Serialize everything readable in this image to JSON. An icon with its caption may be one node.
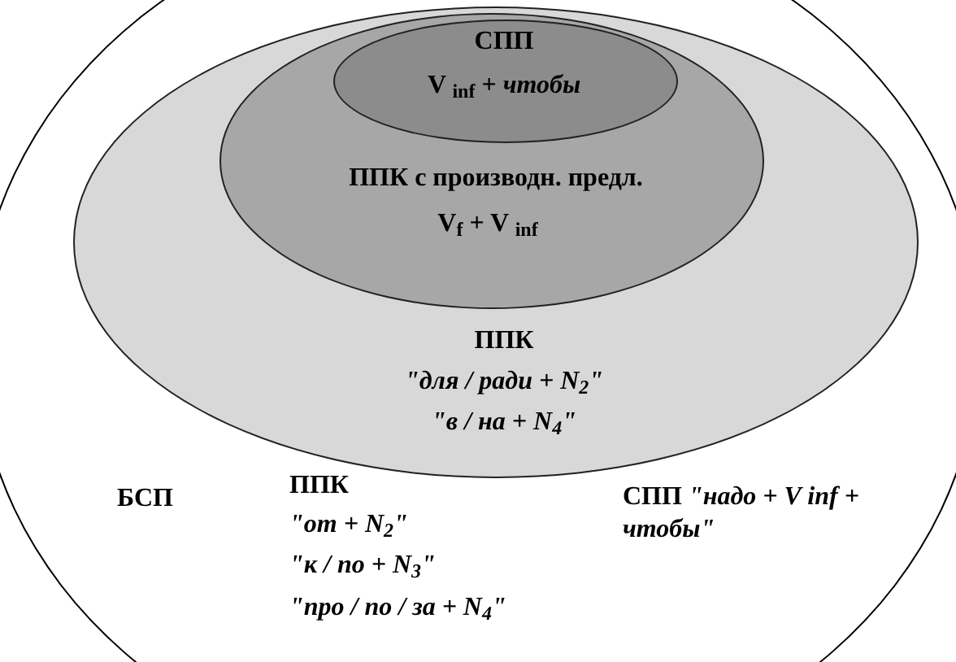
{
  "diagram": {
    "nodes": [
      {
        "text": [
          "БСП",
          "ППК",
          "\"от + N$_{2}$\"",
          "\"к / по + N$_{3}$\"",
          "\"про / по / за + N$_{4}$\"",
          "СПП *\"надо + V inf + чтобы\"*"
        ]
      },
      {
        "text": [
          "ППК",
          "\"для / ради + N$_{2}$\"",
          "\"в / на + N$_{4}$\""
        ],
        "in": 0
      },
      {
        "text": [
          "ППК с производн. предл.",
          "V$_{f}$ + V $_{inf}$"
        ],
        "in": 1
      },
      {
        "text": [
          "СПП",
          "V $_{inf}$ + *чтобы*"
        ],
        "in": 2
      }
    ]
  }
}
